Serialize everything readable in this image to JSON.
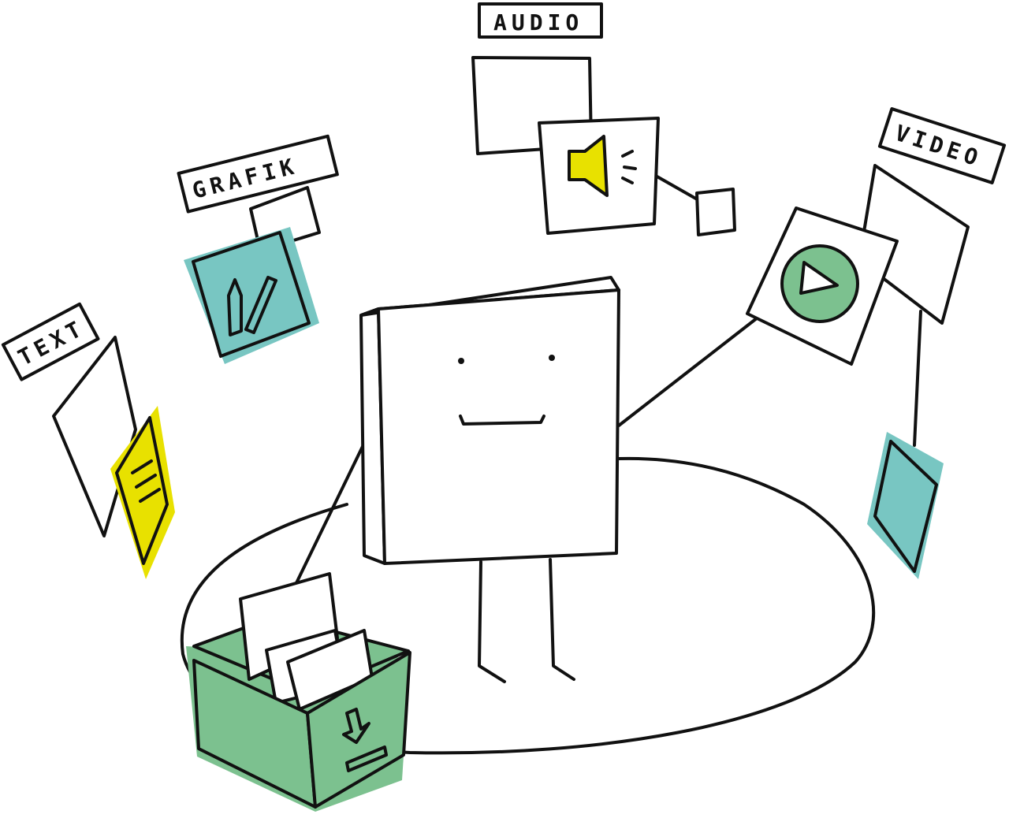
{
  "labels": {
    "text": "TEXT",
    "grafik": "GRAFIK",
    "audio": "AUDIO",
    "video": "VIDEO"
  },
  "colors": {
    "yellow": "#e8e100",
    "teal": "#78c6c2",
    "green": "#7cc18f",
    "ink": "#111111",
    "paper": "#ffffff"
  },
  "icons": [
    "document-lines-icon",
    "pencil-icon",
    "speaker-icon",
    "play-icon",
    "download-icon"
  ]
}
